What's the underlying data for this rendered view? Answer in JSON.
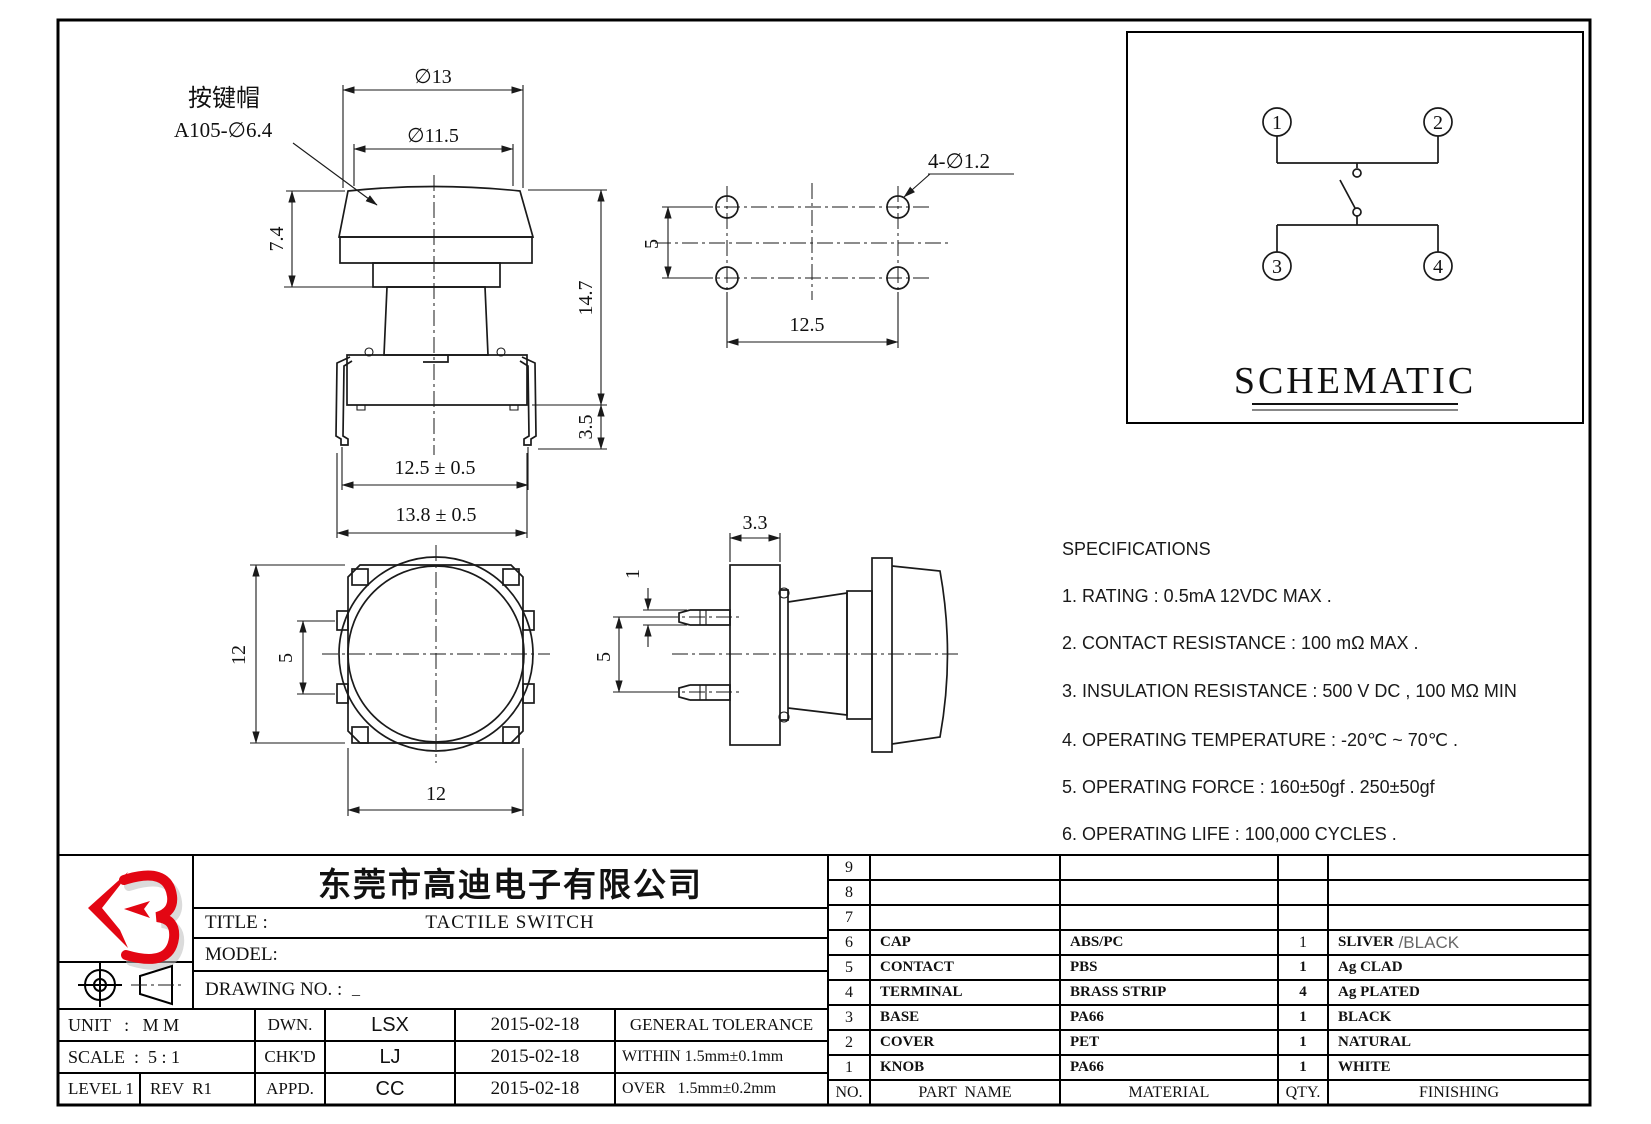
{
  "views": {
    "front": {
      "cap_label_line1": "按键帽",
      "cap_label_line2": "A105-∅6.4",
      "dia_cap": "∅13",
      "dia_top": "∅11.5",
      "cap_height": "7.4",
      "total_height": "14.7",
      "pin_exposed": "3.5",
      "pin_span": "12.5 ± 0.5",
      "flange_width": "13.8 ± 0.5"
    },
    "pcb": {
      "pitch_vertical": "5",
      "pitch_horizontal": "12.5",
      "holes_label": "4-∅1.2"
    },
    "bottom": {
      "height": "12",
      "width": "12",
      "pin_pitch": "5"
    },
    "side": {
      "depth": "3.3",
      "pin_dia": "1",
      "pin_pitch": "5"
    }
  },
  "schematic": {
    "title": "SCHEMATIC",
    "pins": [
      "1",
      "2",
      "3",
      "4"
    ]
  },
  "specifications": {
    "title": "SPECIFICATIONS",
    "items": [
      "1. RATING : 0.5mA 12VDC MAX .",
      "2. CONTACT RESISTANCE : 100 mΩ MAX .",
      "3. INSULATION RESISTANCE : 500 V DC , 100 MΩ MIN",
      "4. OPERATING TEMPERATURE : -20℃ ~ 70℃ .",
      "5. OPERATING FORCE : 160±50gf . 250±50gf",
      "6. OPERATING LIFE : 100,000 CYCLES ."
    ]
  },
  "title_block": {
    "company": "东莞市高迪电子有限公司",
    "title_label": "TITLE :",
    "title_value": "TACTILE SWITCH",
    "model_label": "MODEL:",
    "drawing_label": "DRAWING NO. :",
    "drawing_value": "_",
    "unit": "UNIT   :   M M",
    "scale": "SCALE  :  5 : 1",
    "level": "LEVEL 1",
    "rev": "REV  R1",
    "dwn_role": "DWN.",
    "dwn_name": "LSX",
    "dwn_date": "2015-02-18",
    "chk_role": "CHK'D",
    "chk_name": "LJ",
    "chk_date": "2015-02-18",
    "appd_role": "APPD.",
    "appd_name": "CC",
    "appd_date": "2015-02-18",
    "tol_title": "GENERAL TOLERANCE",
    "tol_within": "WITHIN 1.5mm±0.1mm",
    "tol_over": "OVER   1.5mm±0.2mm"
  },
  "parts_table": {
    "headers": {
      "no": "NO.",
      "part": "PART  NAME",
      "material": "MATERIAL",
      "qty": "QTY.",
      "finishing": "FINISHING"
    },
    "rows": [
      {
        "no": "9",
        "part": "",
        "material": "",
        "qty": "",
        "finishing": ""
      },
      {
        "no": "8",
        "part": "",
        "material": "",
        "qty": "",
        "finishing": ""
      },
      {
        "no": "7",
        "part": "",
        "material": "",
        "qty": "",
        "finishing": ""
      },
      {
        "no": "6",
        "part": "CAP",
        "material": "ABS/PC",
        "qty": "1",
        "finishing": "SLIVER",
        "finishing_alt": " /BLACK"
      },
      {
        "no": "5",
        "part": "CONTACT",
        "material": "PBS",
        "qty": "1",
        "finishing": "Ag CLAD"
      },
      {
        "no": "4",
        "part": "TERMINAL",
        "material": "BRASS STRIP",
        "qty": "4",
        "finishing": "Ag PLATED"
      },
      {
        "no": "3",
        "part": "BASE",
        "material": "PA66",
        "qty": "1",
        "finishing": "BLACK"
      },
      {
        "no": "2",
        "part": "COVER",
        "material": "PET",
        "qty": "1",
        "finishing": "NATURAL"
      },
      {
        "no": "1",
        "part": "KNOB",
        "material": "PA66",
        "qty": "1",
        "finishing": "WHITE"
      }
    ]
  },
  "colors": {
    "logo_red": "#e30613",
    "line": "#1a1a1a"
  }
}
